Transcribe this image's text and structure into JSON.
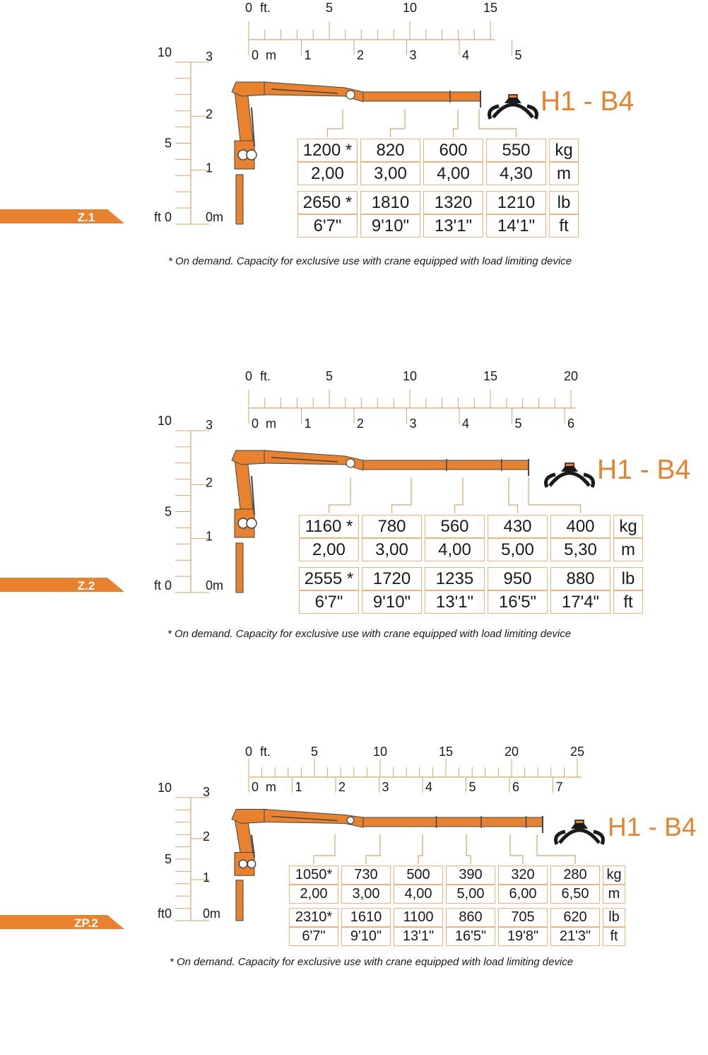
{
  "accent_color": "#e8822e",
  "sections": [
    {
      "tag": "Z.1",
      "model": "H1 - B4",
      "ft_ticks": [
        "0",
        "5",
        "10",
        "15"
      ],
      "ft_unit": "ft.",
      "m_ticks": [
        "0",
        "1",
        "2",
        "3",
        "4",
        "5"
      ],
      "m_unit": "m",
      "v_ft_ticks": [
        "10",
        "5",
        "ft 0"
      ],
      "v_m_ticks": [
        "3",
        "2",
        "1",
        "0m"
      ],
      "load_units": [
        "kg",
        "m"
      ],
      "imperial_units": [
        "lb",
        "ft"
      ],
      "loads": [
        {
          "kg": "1200 *",
          "m": "2,00",
          "lb": "2650 *",
          "ft": "6'7\""
        },
        {
          "kg": "820",
          "m": "3,00",
          "lb": "1810",
          "ft": "9'10\""
        },
        {
          "kg": "600",
          "m": "4,00",
          "lb": "1320",
          "ft": "13'1\""
        },
        {
          "kg": "550",
          "m": "4,30",
          "lb": "1210",
          "ft": "14'1\""
        }
      ],
      "footnote": "* On demand. Capacity for exclusive use with crane equipped with load limiting device"
    },
    {
      "tag": "Z.2",
      "model": "H1 - B4",
      "ft_ticks": [
        "0",
        "5",
        "10",
        "15",
        "20"
      ],
      "ft_unit": "ft.",
      "m_ticks": [
        "0",
        "1",
        "2",
        "3",
        "4",
        "5",
        "6"
      ],
      "m_unit": "m",
      "v_ft_ticks": [
        "10",
        "5",
        "ft 0"
      ],
      "v_m_ticks": [
        "3",
        "2",
        "1",
        "0m"
      ],
      "load_units": [
        "kg",
        "m"
      ],
      "imperial_units": [
        "lb",
        "ft"
      ],
      "loads": [
        {
          "kg": "1160 *",
          "m": "2,00",
          "lb": "2555 *",
          "ft": "6'7\""
        },
        {
          "kg": "780",
          "m": "3,00",
          "lb": "1720",
          "ft": "9'10\""
        },
        {
          "kg": "560",
          "m": "4,00",
          "lb": "1235",
          "ft": "13'1\""
        },
        {
          "kg": "430",
          "m": "5,00",
          "lb": "950",
          "ft": "16'5\""
        },
        {
          "kg": "400",
          "m": "5,30",
          "lb": "880",
          "ft": "17'4\""
        }
      ],
      "footnote": "* On demand. Capacity for exclusive use with crane equipped with load limiting device"
    },
    {
      "tag": "ZP.2",
      "model": "H1 - B4",
      "ft_ticks": [
        "0",
        "5",
        "10",
        "15",
        "20",
        "25"
      ],
      "ft_unit": "ft.",
      "m_ticks": [
        "0",
        "1",
        "2",
        "3",
        "4",
        "5",
        "6",
        "7"
      ],
      "m_unit": "m",
      "v_ft_ticks": [
        "10",
        "5",
        "ft0"
      ],
      "v_m_ticks": [
        "3",
        "2",
        "1",
        "0m"
      ],
      "load_units": [
        "kg",
        "m"
      ],
      "imperial_units": [
        "lb",
        "ft"
      ],
      "loads": [
        {
          "kg": "1050*",
          "m": "2,00",
          "lb": "2310*",
          "ft": "6'7\""
        },
        {
          "kg": "730",
          "m": "3,00",
          "lb": "1610",
          "ft": "9'10\""
        },
        {
          "kg": "500",
          "m": "4,00",
          "lb": "1100",
          "ft": "13'1\""
        },
        {
          "kg": "390",
          "m": "5,00",
          "lb": "860",
          "ft": "16'5\""
        },
        {
          "kg": "320",
          "m": "6,00",
          "lb": "705",
          "ft": "19'8\""
        },
        {
          "kg": "280",
          "m": "6,50",
          "lb": "620",
          "ft": "21'3\""
        }
      ],
      "footnote": "* On demand. Capacity for exclusive use with crane equipped with load limiting device"
    }
  ]
}
